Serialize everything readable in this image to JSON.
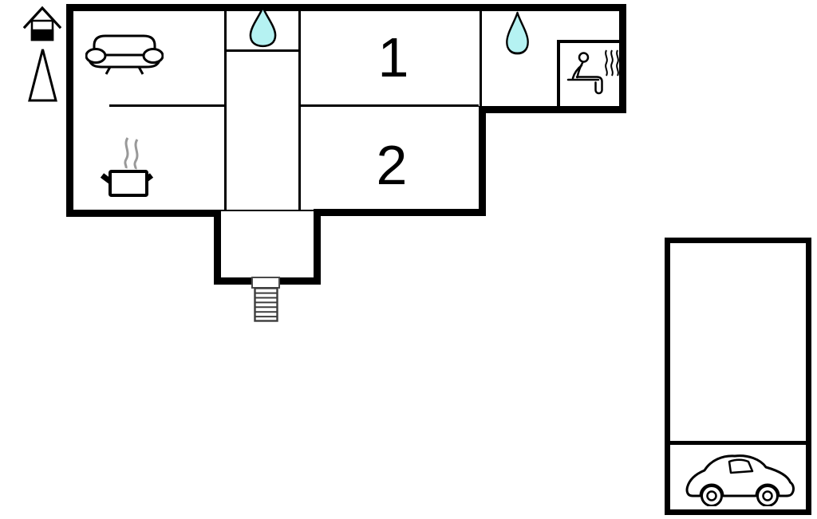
{
  "page": {
    "type": "vacation-home-floor-plan",
    "background": "#ffffff"
  },
  "colors": {
    "wall": "#000000",
    "water_drop_fill": "#b5f2f2",
    "icon_outline": "#000000",
    "steam_gray": "#999999",
    "stairs_stroke": "#3d3d3d",
    "door_border": "#4a4a4a"
  },
  "rooms": {
    "bedroom_1": {
      "label": "1"
    },
    "bedroom_2": {
      "label": "2"
    },
    "living_room": {
      "symbol": "sofa-icon"
    },
    "kitchen": {
      "symbol": "cooking-pot-icon"
    },
    "hall_bathroom": {
      "symbol": "water-drop-icon"
    },
    "wing_bathroom": {
      "symbol": "water-drop-icon"
    },
    "sauna": {
      "symbol": "sauna-person-icon"
    },
    "entrance": {
      "symbol": "stairs-icon"
    },
    "garage": {
      "symbol": "car-icon"
    }
  },
  "legend": {
    "house_symbol": "house-icon",
    "north_arrow": "north-arrow-icon"
  }
}
